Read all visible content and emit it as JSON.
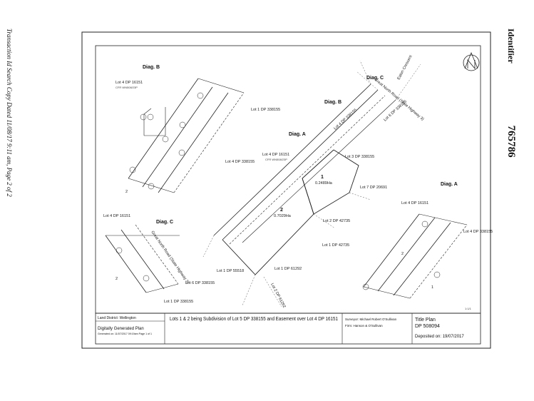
{
  "margin": {
    "left_note": "Transaction Id                                  Search Copy Dated 11/08/17 9:11 am, Page 2 of 2",
    "identifier_label": "Identifier",
    "identifier_value": "765786"
  },
  "diagrams": {
    "diag_b": "Diag. B",
    "diag_c": "Diag. C",
    "diag_a": "Diag. A",
    "diag_a_small": "Diag. A",
    "diag_b_small": "Diag. B",
    "diag_c_small": "Diag. C"
  },
  "labels": {
    "lot4_dp16151_b": "Lot 4 DP 16151",
    "cfr_b": "CFR WN508/23P",
    "lot1_dp338155_top": "Lot 1 DP 338155",
    "lot4_dp338155_b": "Lot 4 DP 338155",
    "lot4_dp16151_main": "Lot 4 DP 16151",
    "cfr_main": "CFR WN508/23P",
    "lot4_dp338155_main": "Lot 4 DP 338155",
    "lot3_dp338155": "Lot 3 DP 338155",
    "lot7_dp20691": "Lot 7 DP 20691",
    "lot6_dp338155_top": "Lot 6 DP 338155",
    "lot2_dp42735": "Lot 2 DP 42735",
    "lot1_dp42735": "Lot 1 DP 42735",
    "lot1_dp61292": "Lot 1 DP 61292",
    "lot2_dp61292": "Lot 2 DP 61292",
    "lot1_dp55518": "Lot 1 DP 55518",
    "lot4_dp16151_c": "Lot 4 DP 16151",
    "lot6_dp338155_c": "Lot 6 DP 338155",
    "lot1_dp338155_c": "Lot 1 DP 338155",
    "lot4_dp16151_a": "Lot 4 DP 16151",
    "lot4_dp338155_a": "Lot 4 DP 338155",
    "road_gn": "Great North Road (State Highway 3)",
    "road_gn_c": "Great North Road (State Highway 3)",
    "eaton_crescent": "Eaton Crescent",
    "area_lot1": "0.2489Ha",
    "area_lot2": "0.7029Ha",
    "num_1": "1",
    "num_2": "2",
    "num_2_b": "2",
    "num_2_c": "2",
    "num_2_a": "2",
    "num_1_a": "1",
    "scale": "1:1/1"
  },
  "title_block": {
    "land_district": "Land District: Wellington",
    "digitally_generated": "Digitally Generated Plan",
    "generated_on": "Generated on: 11/07/2017 09:19am Page 1 of 1",
    "description": "Lots 1 & 2 being Subdivision of Lot 5 DP 338155 and Easement over Lot 4 DP 16151",
    "surveyor": "Surveyor: Michael Robert O'Sullivan",
    "firm": "Firm: Hanson & O'Sullivan",
    "plan_type": "Title Plan",
    "plan_number": "DP 508094",
    "deposited": "Deposited on: 19/07/2017"
  }
}
